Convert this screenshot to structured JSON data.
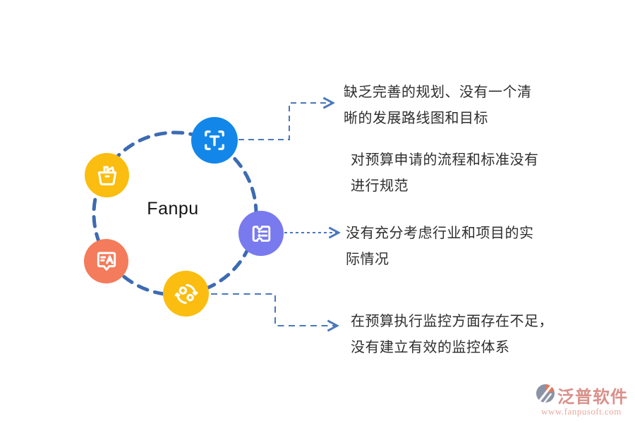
{
  "diagram": {
    "center_label": "Fanpu",
    "nodes": [
      {
        "name": "text-scan",
        "color": "#1287e9"
      },
      {
        "name": "shopping-basket",
        "color": "#fbbd10"
      },
      {
        "name": "translate-chat",
        "color": "#f47b5b"
      },
      {
        "name": "ticket",
        "color": "#797aee"
      },
      {
        "name": "sync",
        "color": "#fbbd10"
      }
    ],
    "annotations": [
      {
        "lines": [
          "缺乏完善的规划、没有一个清",
          "晰的发展路线图和目标"
        ]
      },
      {
        "lines": [
          "对预算申请的流程和标准没有",
          "进行规范"
        ]
      },
      {
        "lines": [
          "没有充分考虑行业和项目的实",
          "际情况"
        ]
      },
      {
        "lines": [
          "在预算执行监控方面存在不足，",
          "没有建立有效的监控体系"
        ]
      }
    ]
  },
  "watermark": {
    "brand": "泛普软件",
    "url": "www.fanpusoft.com"
  },
  "colors": {
    "connector": "#4a77bc",
    "dashed_circle": "#3d6bb2",
    "node_blue": "#1287e9",
    "node_yellow": "#fbbd10",
    "node_orange": "#f47b5b",
    "node_purple": "#797aee",
    "annotation_text": "#2e2e2e",
    "brand_text": "#d9908a",
    "brand_url_text": "#eba89e",
    "logo_gray": "#8b93a6",
    "logo_accent": "#e0795c"
  }
}
